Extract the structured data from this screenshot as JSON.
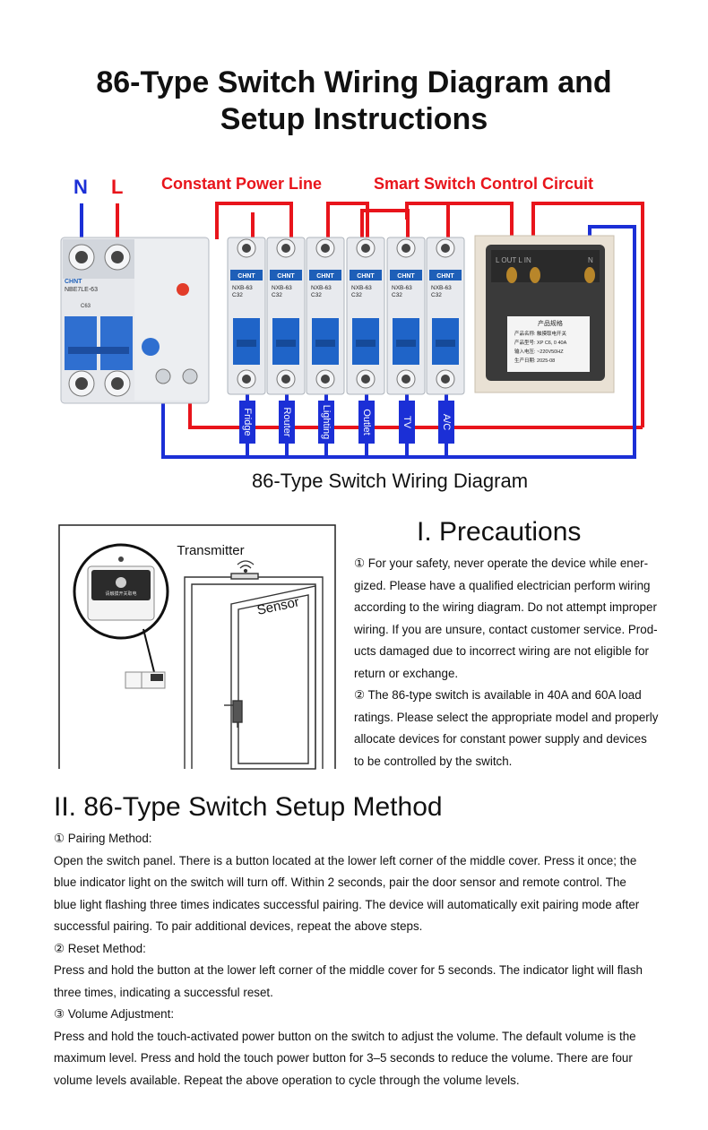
{
  "title": {
    "line1": "86-Type Switch Wiring Diagram and",
    "line2": "Setup Instructions"
  },
  "diagram": {
    "label_n": "N",
    "label_l": "L",
    "constant_power_line": "Constant Power Line",
    "smart_switch_circuit": "Smart Switch Control Circuit",
    "caption": "86-Type Switch Wiring Diagram",
    "rcbo_brand": "CHNT",
    "rcbo_model": "NBE7LE-63",
    "rcbo_rating": "C63",
    "breaker_brand": "CHNT",
    "breaker_model": "NXB-63",
    "breaker_rating": "C32",
    "loads": [
      "Fridge",
      "Router",
      "Lighting",
      "Outlet",
      "TV",
      "A/C"
    ],
    "switch_terminals": "L OUT L IN",
    "switch_terminal_n": "N",
    "switch_label_title": "产品规格",
    "switch_label_lines": [
      "产品名称: 触摸取电开关",
      "产品型号: XP C6, 0 40A",
      "输入电压: ~220V50HZ",
      "生产日期: 2025-08"
    ]
  },
  "illustration": {
    "transmitter_label": "Transmitter",
    "sensor_label": "Sensor",
    "device_text": "请触摸开关取电"
  },
  "precautions": {
    "heading": "I. Precautions",
    "lines": [
      "① For your safety, never operate the device while ener-",
      "gized. Please have a qualified electrician perform wiring",
      "according to the wiring diagram. Do not attempt improper",
      "wiring. If you are unsure, contact customer service. Prod-",
      "ucts damaged due to incorrect wiring are not eligible for",
      "return or exchange.",
      "② The 86-type switch is available in 40A and 60A load",
      "ratings. Please select the appropriate model and properly",
      "allocate devices for constant power supply and devices",
      "to be controlled by the switch."
    ]
  },
  "setup": {
    "heading": "II. 86-Type Switch Setup Method",
    "lines": [
      "① Pairing Method:",
      "Open the switch panel. There is a button located at the lower left corner of the middle cover. Press it once; the",
      "blue indicator light on the switch will turn off. Within 2 seconds, pair the door sensor and remote control. The",
      "blue light flashing three times indicates successful pairing. The device will automatically exit pairing mode after",
      "successful pairing. To pair additional devices, repeat the above steps.",
      "② Reset Method:",
      "Press and hold the button at the lower left corner of the middle cover for 5 seconds. The indicator light will flash",
      "three times, indicating a successful reset.",
      "③ Volume Adjustment:",
      "Press and hold the touch-activated power button on the switch to adjust the volume. The default volume is the",
      "maximum level. Press and hold the touch power button for 3–5 seconds to reduce the volume. There are four",
      "volume levels available. Repeat the above operation to cycle through the volume levels."
    ]
  },
  "colors": {
    "live": "#e8141b",
    "neutral": "#1b2fd6",
    "breaker_blue": "#1f64c8",
    "brand_blue": "#1e5fb8"
  }
}
